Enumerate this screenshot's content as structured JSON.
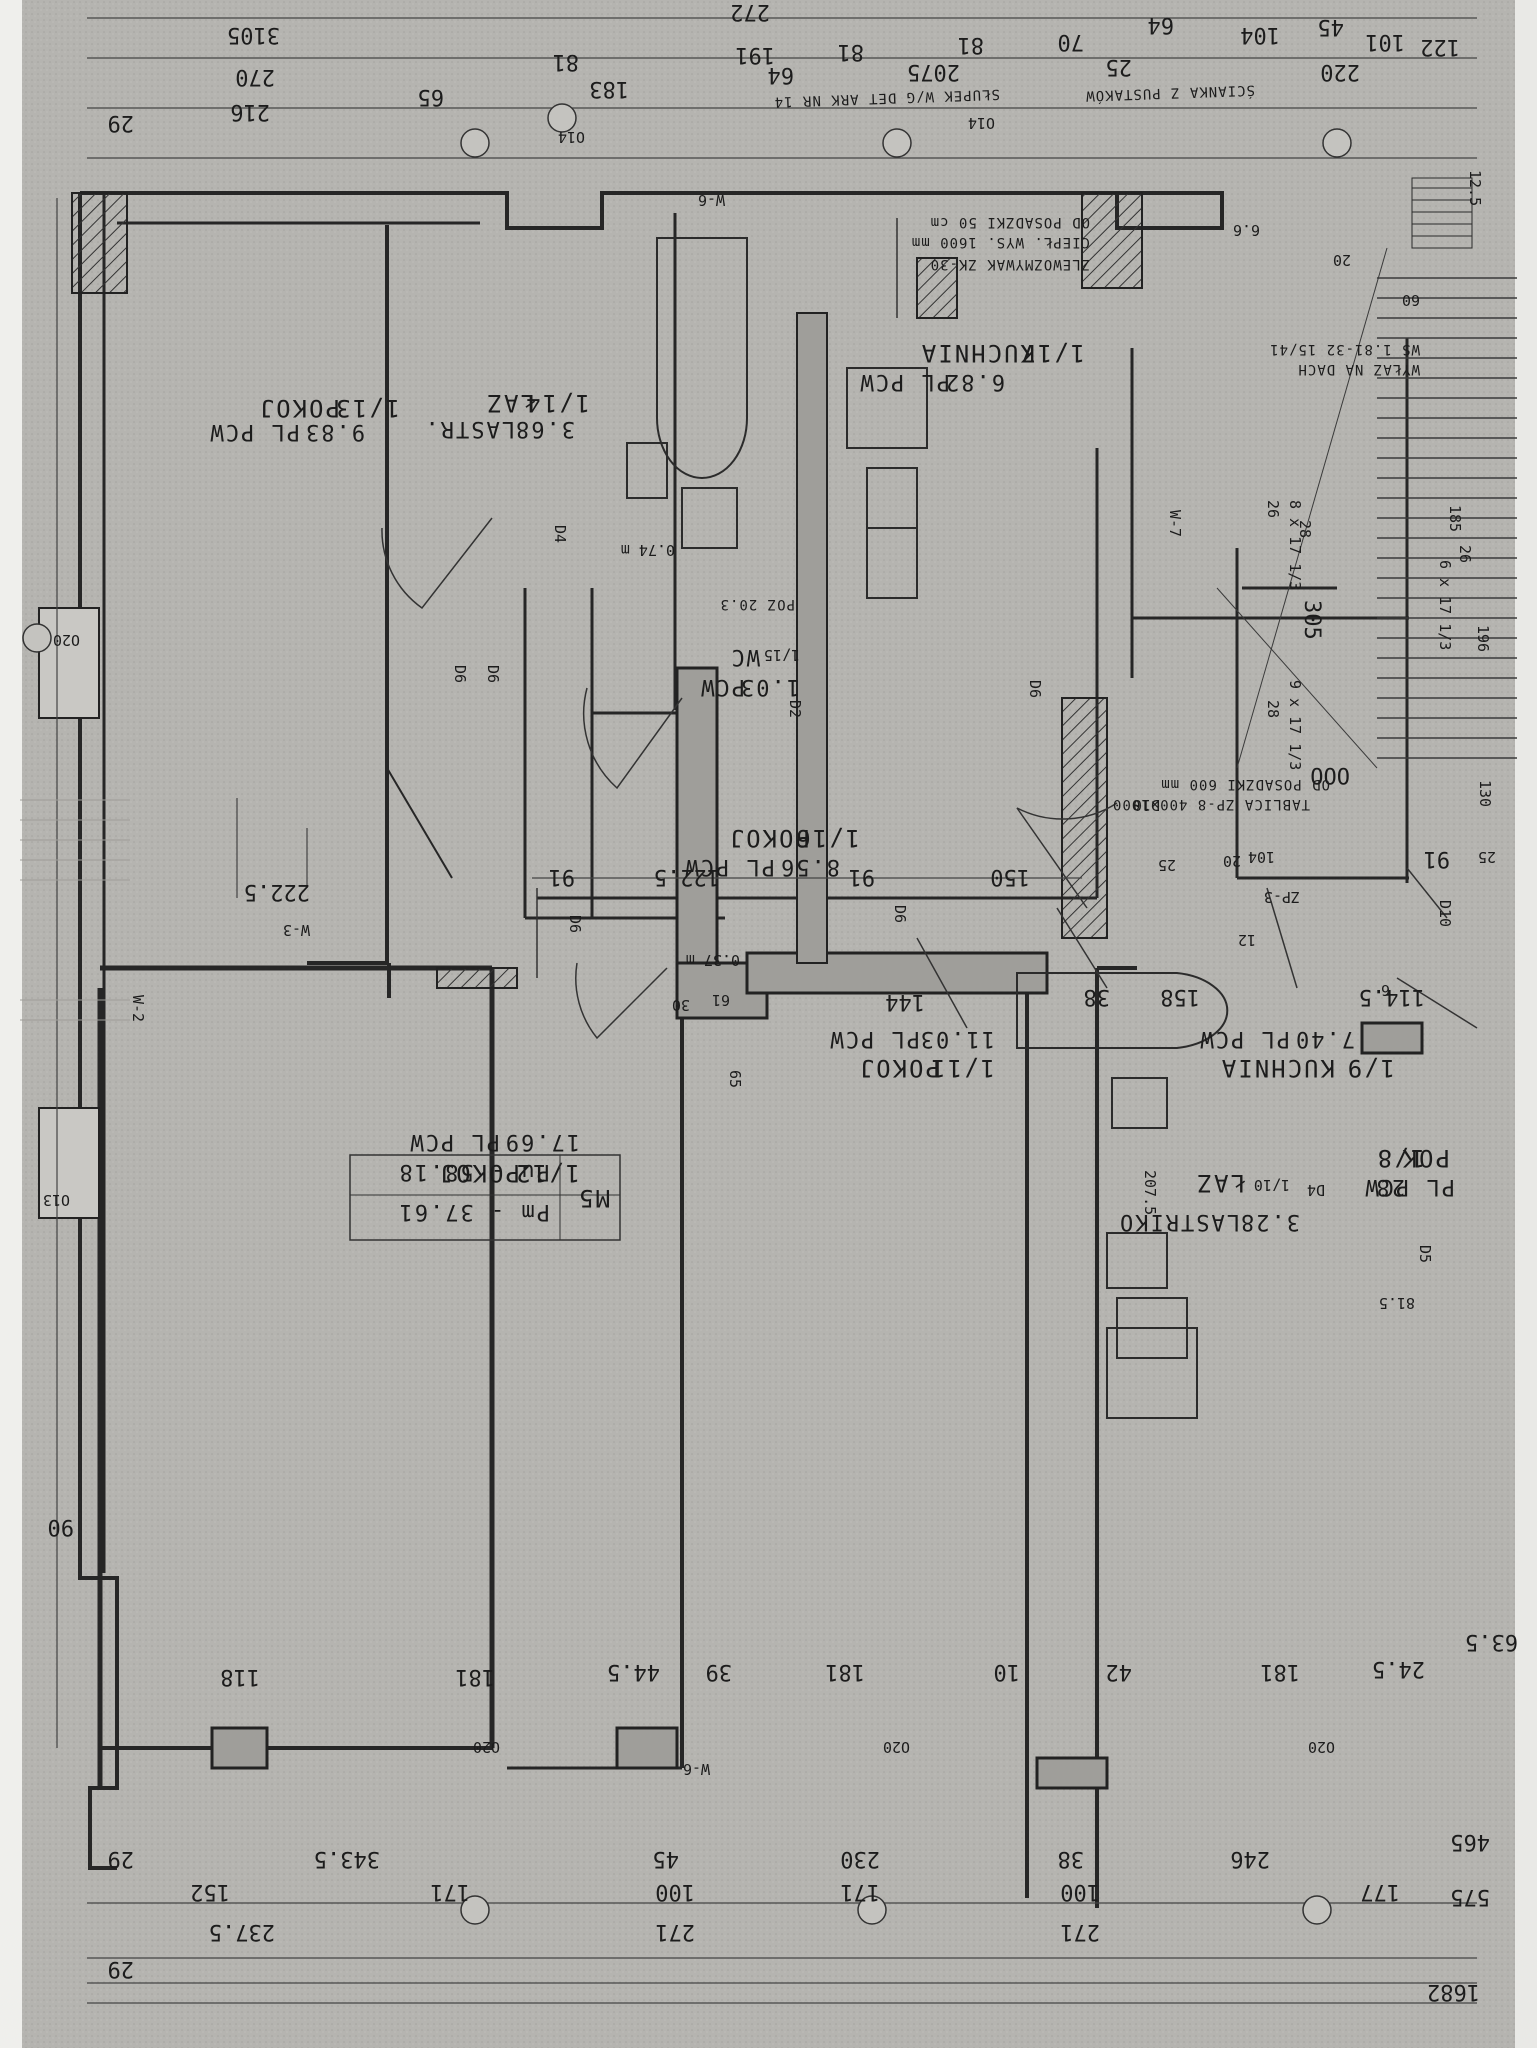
{
  "colors": {
    "paper": "#b7b6b2",
    "paper_dark": "#a7a6a2",
    "wall": "#2a2a2a",
    "hatch": "#3b3b3b",
    "line": "#2f2f2f"
  },
  "rooms": [
    {
      "id": "1/12",
      "name": "POKOJ",
      "area": "17.69",
      "floor": "PL PCW"
    },
    {
      "id": "1/11",
      "name": "POKOJ",
      "area": "11.03",
      "floor": "PL PCW"
    },
    {
      "id": "1/9",
      "name": "KUCHNIA",
      "area": "7.40",
      "floor": "PL PCW"
    },
    {
      "id": "1/10",
      "name": "ŁAZ",
      "area": "3.28",
      "floor": "LASTRIKO"
    },
    {
      "id": "1/13",
      "name": "POKOJ",
      "area": "9.83",
      "floor": "PL PCW"
    },
    {
      "id": "1/14",
      "name": "ŁAZ",
      "area": "3.68",
      "floor": "LASTR."
    },
    {
      "id": "1/15",
      "name": "WC",
      "area": "1.03",
      "floor": "PCW"
    },
    {
      "id": "1/16",
      "name": "POKOJ",
      "area": "8.56",
      "floor": "PL PCW"
    },
    {
      "id": "1/17",
      "name": "KUCHNIA",
      "area": "6.82",
      "floor": "PL PCW"
    }
  ],
  "room_partial": {
    "id": "1/8",
    "name": "POK",
    "area": "28",
    "floor": "PL PCW"
  },
  "box": {
    "type": "M5",
    "pm": "Pm - 37.61",
    "pu": "Pu - 58.18"
  },
  "walls": {
    "w2": "W-2",
    "w3": "W-3",
    "w6": "W-6",
    "w6b": "W-6",
    "w7": "W-7"
  },
  "doors": [
    "D4",
    "D6",
    "D6",
    "D6",
    "D2",
    "D6",
    "D10",
    "D4",
    "D5",
    "D10",
    "D6"
  ],
  "windows": [
    "O20",
    "O20",
    "O20",
    "O13",
    "O14",
    "O14",
    "O20"
  ],
  "dims_top_rows": [
    [
      "29",
      "216",
      "65",
      "183",
      "64",
      "81",
      "70",
      "64",
      "104",
      "45",
      "101",
      "122"
    ],
    [
      "270",
      "81",
      "191",
      "81",
      "2075",
      "25"
    ],
    [
      "3105",
      "272",
      "220"
    ]
  ],
  "dims_bottom_row1": [
    "118",
    "181",
    "44.5",
    "39",
    "181",
    "10",
    "42",
    "181",
    "24.5",
    "63.5"
  ],
  "dims_bottom_row2": [
    "29",
    "343.5",
    "45",
    "230",
    "38",
    "246",
    "465"
  ],
  "dims_bottom_row3": [
    "152",
    "171",
    "100",
    "171",
    "100",
    "177",
    "575"
  ],
  "dims_bottom_row4": [
    "29",
    "237.5",
    "271",
    "271",
    "1682"
  ],
  "dims_misc": {
    "d222": "222.5",
    "d91a": "91",
    "d122": "122.5",
    "d91b": "91",
    "d150": "150",
    "d25": "25",
    "d104": "104",
    "d20": "20",
    "d91c": "91",
    "d25b": "25",
    "d30": "30",
    "d61": "61",
    "d144": "144",
    "d38": "38",
    "d158": "158",
    "d6": "6",
    "d1145": "114.5",
    "d2075": "207.5",
    "d815": "81.5",
    "d65": "65",
    "d740": "0.74 m",
    "d037": "0.37 m",
    "d305": "305",
    "d26": "26",
    "d28": "28",
    "d130": "130",
    "d90": "90",
    "d185": "185",
    "d60": "60",
    "d20b": "20",
    "d196": "196",
    "d66": "6.6",
    "d125": "12.5",
    "d12": "12"
  },
  "notes": {
    "slab": "SŁUPEK W/G DET ARK NR 14",
    "wall_note": "ŚCIANKA Z PUSTAKÓW",
    "stair": "WYŁAZ NA DACH",
    "stair2": "WS 1.81-32 15/41",
    "kitchen_note1": "ZLEWOZMYWAK ZK-30",
    "kitchen_note2": "CIEPŁ. WYS. 1600 mm",
    "kitchen_note3": "OD POSADZKI 50 cm",
    "kitchen_note4": "TABLICA ZP-8 400×1000",
    "kitchen_note5": "OD POSADZKI 600 mm",
    "zp": "ZP-3",
    "wc_note": "POZ 20.3",
    "ooo": "OOO",
    "stair_label1": "8 x 17 1/3",
    "stair_label2": "9 x 17 1/3",
    "stair_label3": "6 x 17 1/3",
    "num_p1": "26",
    "num_p2": "28"
  }
}
